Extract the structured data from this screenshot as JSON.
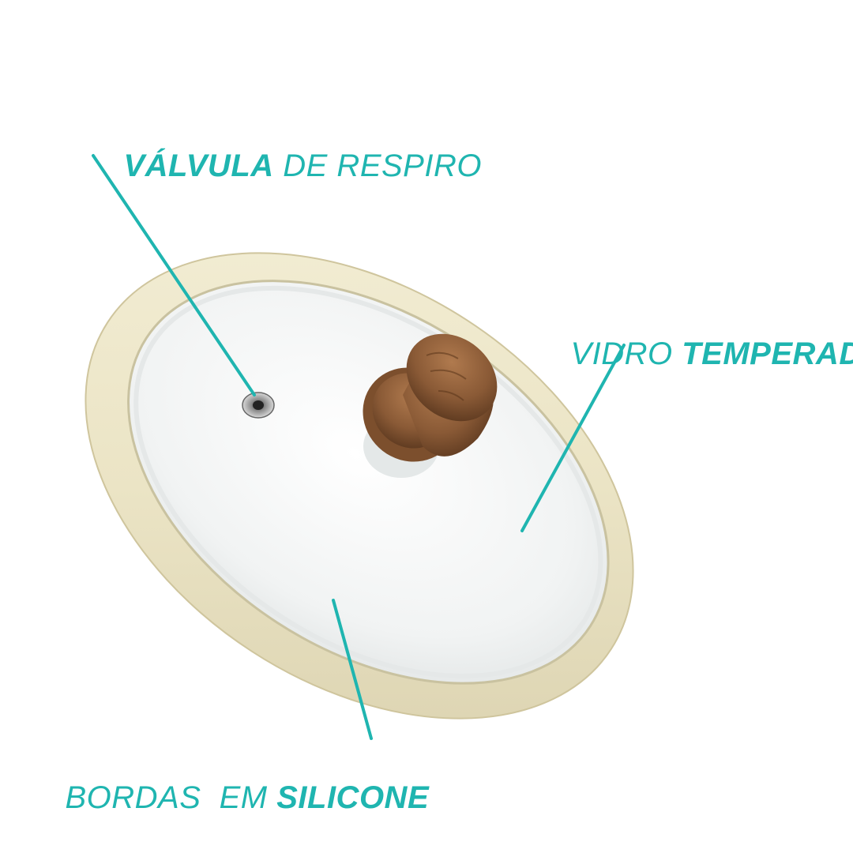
{
  "labels": {
    "valve": {
      "bold": "VÁLVULA",
      "light": " DE RESPIRO"
    },
    "glass": {
      "light": "VIDRO ",
      "bold": "TEMPERADO"
    },
    "edge": {
      "light": "BORDAS  EM ",
      "bold": "SILICONE"
    }
  },
  "colors": {
    "accent": "#1fb5b0",
    "silicone_rim": "#ece6c9",
    "glass": "#f3f5f5",
    "knob_wood": "#8a5a36"
  },
  "icons": [
    "glass-lid-illustration",
    "wooden-knob",
    "steam-valve"
  ]
}
